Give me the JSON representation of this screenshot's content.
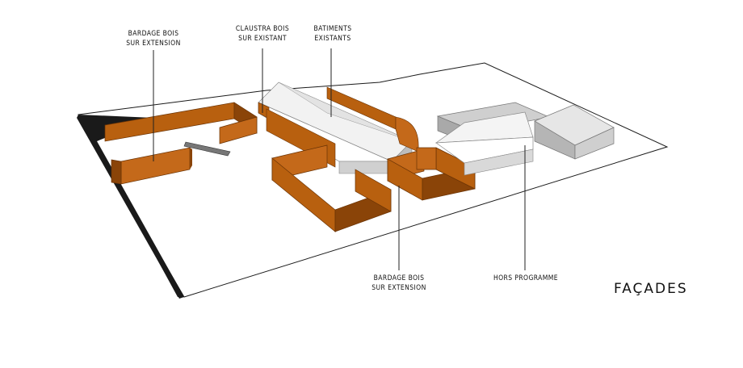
{
  "title": "FAÇADES",
  "labels": {
    "bardage_top_1": "BARDAGE BOIS",
    "bardage_top_2": "SUR EXTENSION",
    "claustra_1": "CLAUSTRA BOIS",
    "claustra_2": "SUR EXISTANT",
    "batiments_1": "BATIMENTS",
    "batiments_2": "EXISTANTS",
    "bardage_bottom_1": "BARDAGE BOIS",
    "bardage_bottom_2": "SUR EXTENSION",
    "hors_programme": "HORS PROGRAMME"
  },
  "colors": {
    "wood": "#b8600f",
    "wood_dark": "#8a4408",
    "wood_light": "#d27a22",
    "building_face": "#ffffff",
    "building_side": "#c9c9c9",
    "building_roof": "#e8e8e8",
    "ground_edge": "#1a1a1a",
    "leader_line": "#222222"
  }
}
